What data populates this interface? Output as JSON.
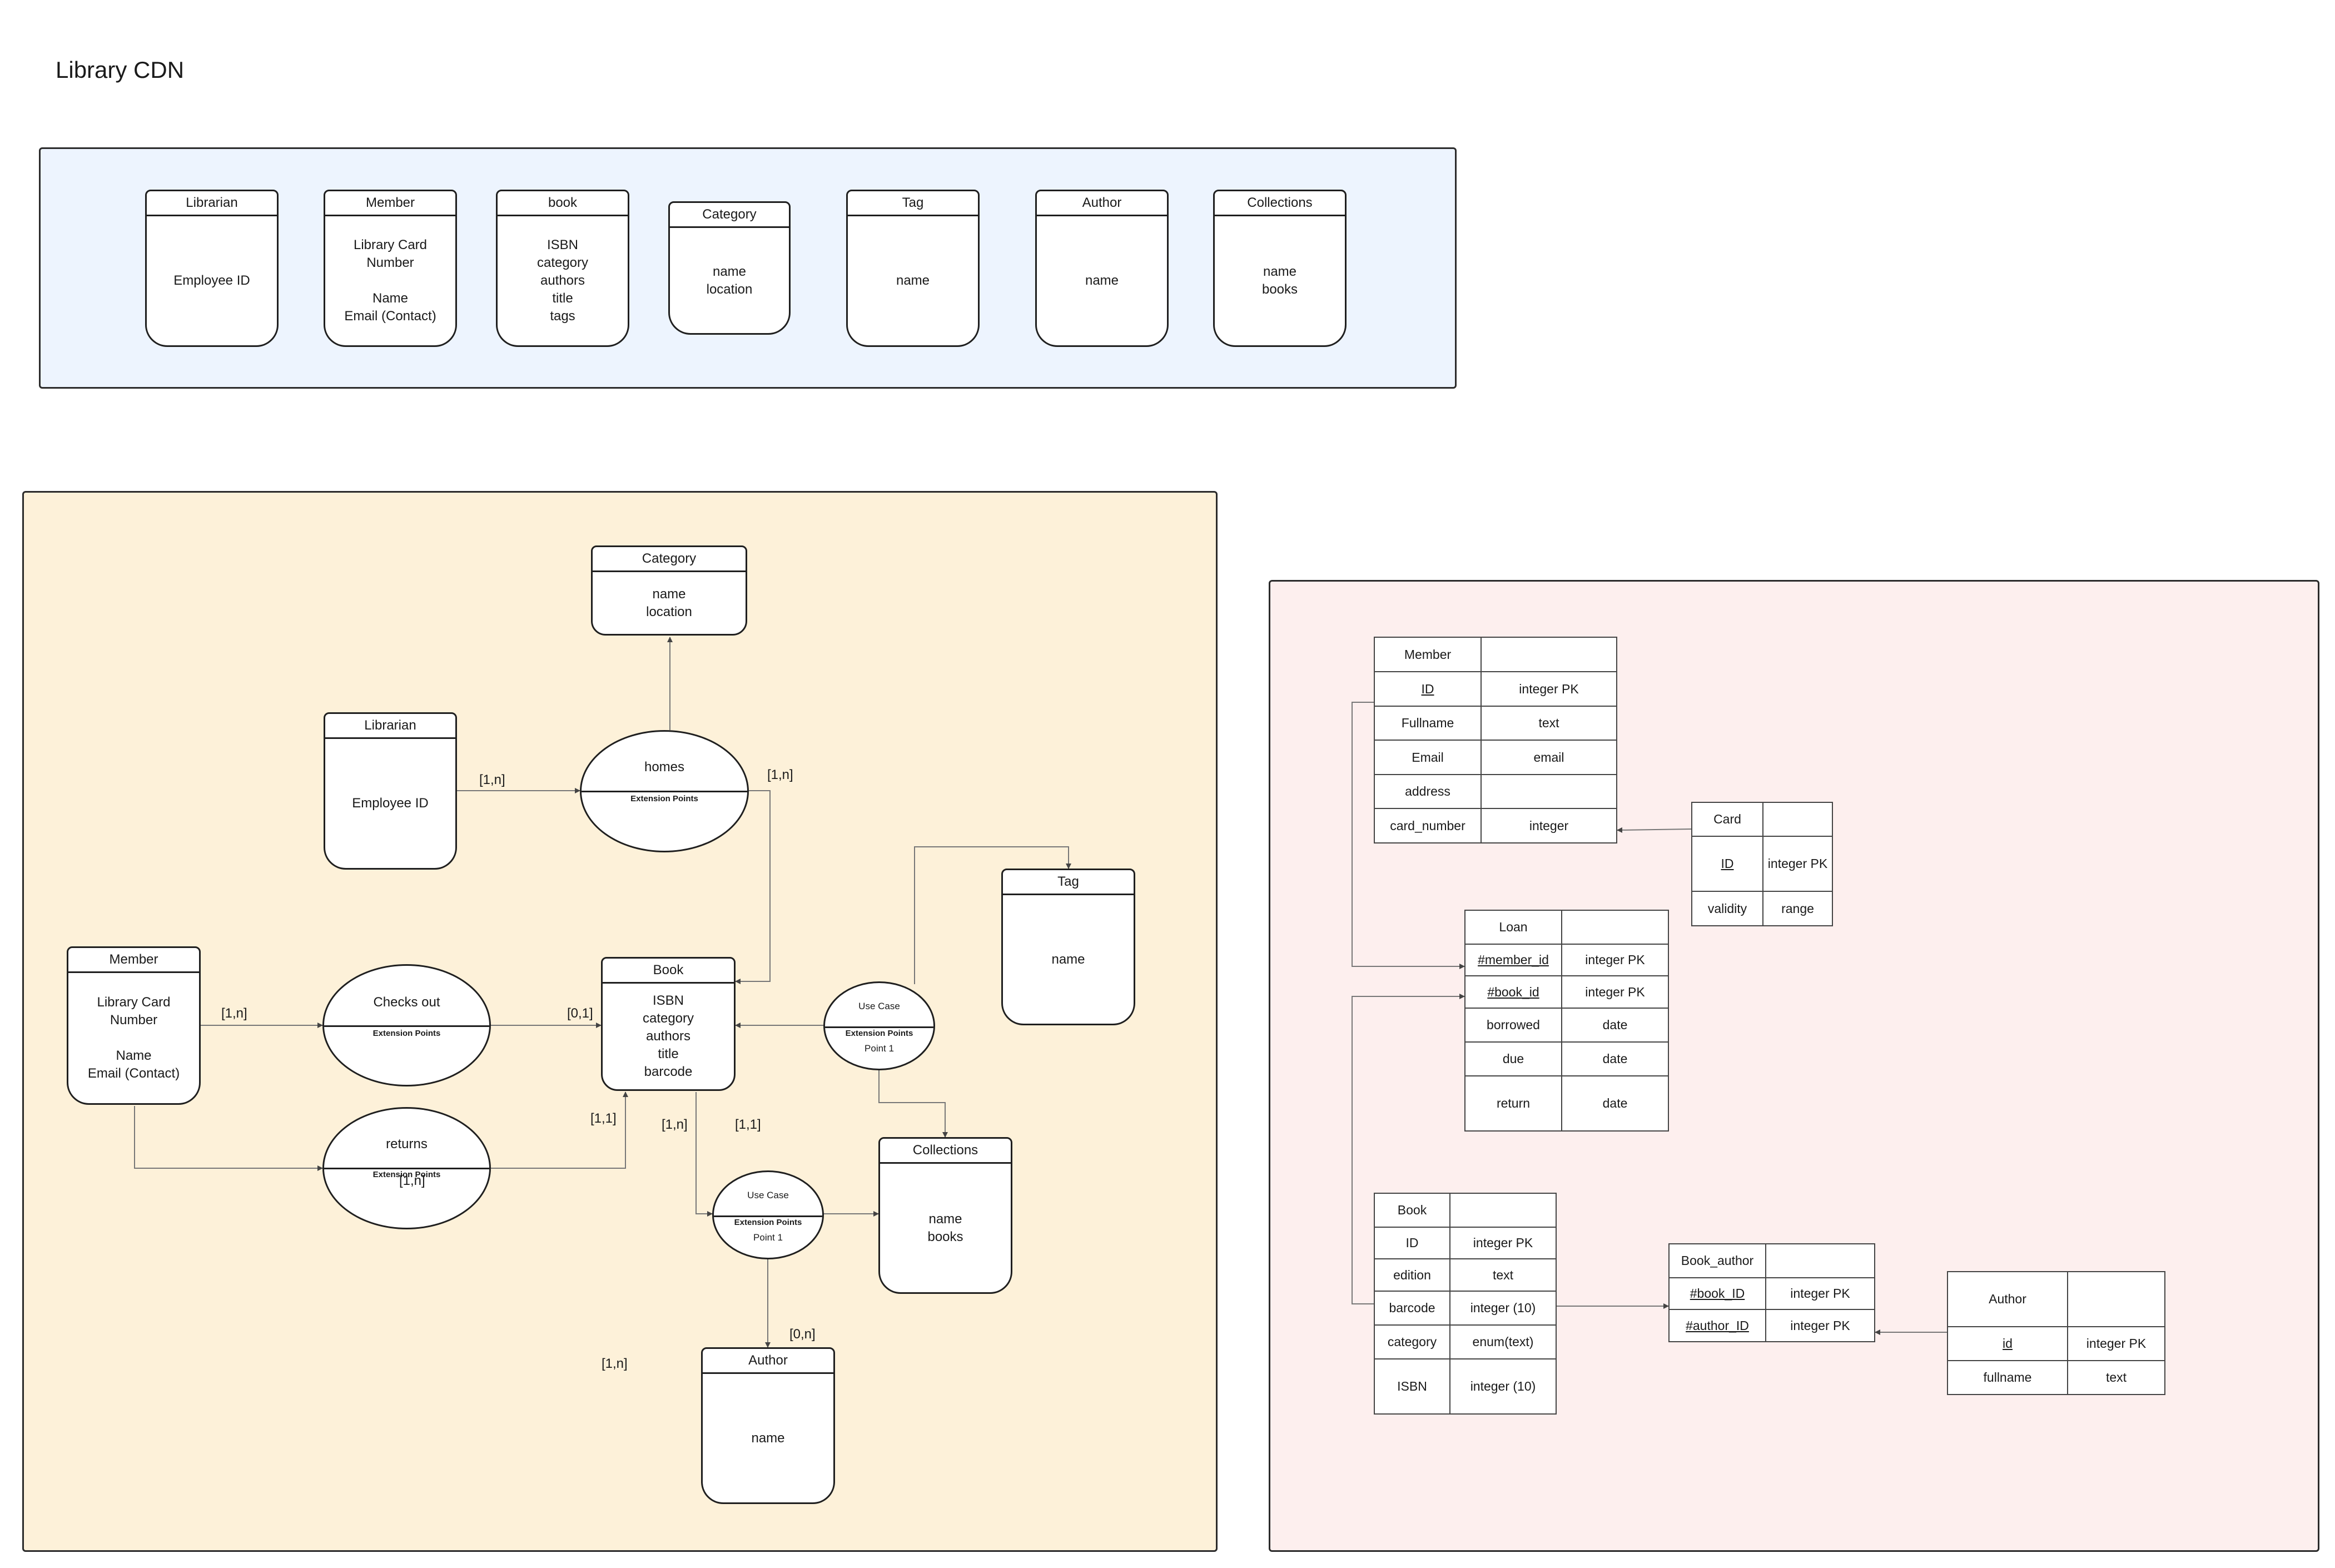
{
  "title": "Library CDN",
  "overview_entities": [
    {
      "name": "Librarian",
      "attrs": "Employee ID"
    },
    {
      "name": "Member",
      "attrs": "Library Card\nNumber\n\nName\nEmail (Contact)"
    },
    {
      "name": "book",
      "attrs": "ISBN\ncategory\nauthors\ntitle\ntags"
    },
    {
      "name": "Category",
      "attrs": "name\nlocation"
    },
    {
      "name": "Tag",
      "attrs": "name"
    },
    {
      "name": "Author",
      "attrs": "name"
    },
    {
      "name": "Collections",
      "attrs": "name\nbooks"
    }
  ],
  "er_entities": {
    "category": {
      "name": "Category",
      "attrs": "name\nlocation"
    },
    "librarian": {
      "name": "Librarian",
      "attrs": "Employee ID"
    },
    "member": {
      "name": "Member",
      "attrs": "Library Card\nNumber\n\nName\nEmail (Contact)"
    },
    "book": {
      "name": "Book",
      "attrs": "ISBN\ncategory\nauthors\ntitle\nbarcode"
    },
    "tag": {
      "name": "Tag",
      "attrs": "name"
    },
    "collections": {
      "name": "Collections",
      "attrs": "name\nbooks"
    },
    "author": {
      "name": "Author",
      "attrs": "name"
    }
  },
  "er_relations": {
    "homes": {
      "name": "homes",
      "ext": "Extension Points"
    },
    "checks_out": {
      "name": "Checks out",
      "ext": "Extension Points"
    },
    "returns": {
      "name": "returns",
      "ext": "Extension Points"
    },
    "use_case_1": {
      "name": "Use Case",
      "ext": "Extension Points",
      "point": "Point 1"
    },
    "use_case_2": {
      "name": "Use Case",
      "ext": "Extension Points",
      "point": "Point 1"
    }
  },
  "cardinalities": {
    "librarian_homes": "[1,n]",
    "homes_book": "[1,n]",
    "member_checks": "[1,n]",
    "checks_book": "[0,1]",
    "returns_book": "[1,1]",
    "returns_overlap": "[1,n]",
    "book_uc2_left": "[1,n]",
    "book_uc2_right": "[1,1]",
    "uc2_author": "[0,n]",
    "loose": "[1,n]"
  },
  "tables": {
    "member": {
      "title": "Member",
      "rows": [
        [
          "ID",
          "integer PK"
        ],
        [
          "Fullname",
          "text"
        ],
        [
          "Email",
          "email"
        ],
        [
          "address",
          ""
        ],
        [
          "card_number",
          "integer"
        ]
      ]
    },
    "card": {
      "title": "Card",
      "rows": [
        [
          "ID",
          "integer PK"
        ],
        [
          "validity",
          "range"
        ]
      ]
    },
    "loan": {
      "title": "Loan",
      "rows": [
        [
          "#member_id",
          "integer PK"
        ],
        [
          "#book_id",
          "integer PK"
        ],
        [
          "borrowed",
          "date"
        ],
        [
          "due",
          "date"
        ],
        [
          "return",
          "date"
        ]
      ]
    },
    "book": {
      "title": "Book",
      "rows": [
        [
          "ID",
          "integer PK"
        ],
        [
          "edition",
          "text"
        ],
        [
          "barcode",
          "integer (10)"
        ],
        [
          "category",
          "enum(text)"
        ],
        [
          "ISBN",
          "integer (10)"
        ]
      ]
    },
    "book_author": {
      "title": "Book_author",
      "rows": [
        [
          "#book_ID",
          "integer PK"
        ],
        [
          "#author_ID",
          "integer PK"
        ]
      ]
    },
    "author": {
      "title": "Author",
      "rows": [
        [
          "id",
          "integer PK"
        ],
        [
          "fullname",
          "text"
        ]
      ]
    }
  }
}
